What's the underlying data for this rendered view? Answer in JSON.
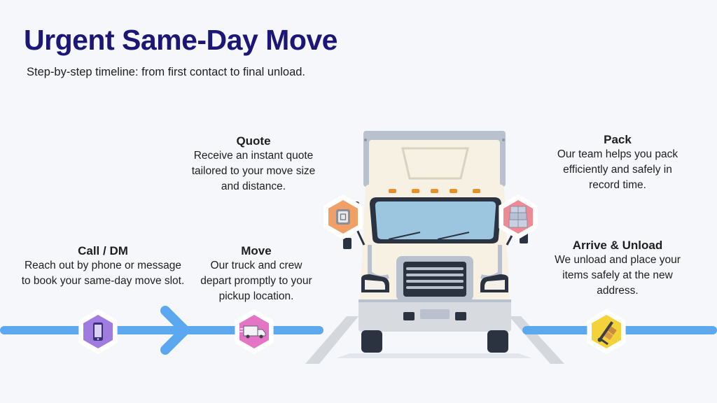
{
  "header": {
    "title": "Urgent Same-Day Move",
    "subtitle": "Step-by-step timeline: from first contact to final unload."
  },
  "steps": [
    {
      "title": "Call / DM",
      "desc": "Reach out by phone or message to book your same-day move slot.",
      "icon": "phone-icon"
    },
    {
      "title": "Move",
      "desc": "Our truck and crew depart promptly to your pickup location.",
      "icon": "truck-icon"
    },
    {
      "title": "Quote",
      "desc": "Receive an instant quote tailored to your move size and distance.",
      "icon": "quote-document-icon"
    },
    {
      "title": "Pack",
      "desc": "Our team helps you pack efficiently and safely in record time.",
      "icon": "boxes-icon"
    },
    {
      "title": "Arrive & Unload",
      "desc": "We unload and place your items safely at the new address.",
      "icon": "hand-truck-icon"
    }
  ],
  "colors": {
    "title": "#1c1677",
    "timeline": "#5ba8f0",
    "hex_purple": "#a07be0",
    "hex_pink": "#e474c4",
    "hex_orange": "#f0a066",
    "hex_red": "#ee8a94",
    "hex_yellow": "#f3d23a"
  }
}
